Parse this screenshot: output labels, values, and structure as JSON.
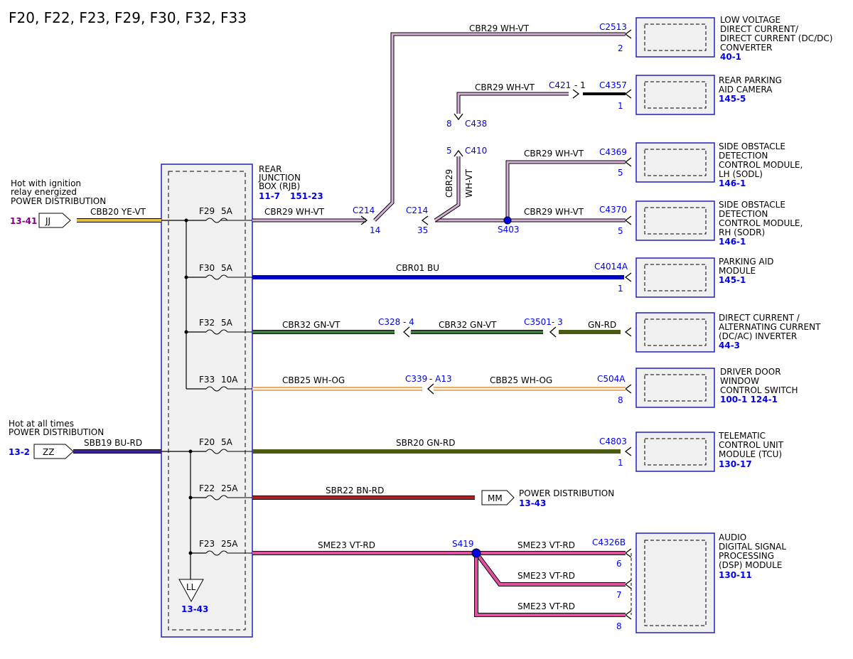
{
  "title": "F20, F22, F23, F29, F30, F32, F33",
  "rjb": {
    "label_lines": [
      "REAR",
      "JUNCTION",
      "BOX (RJB)"
    ],
    "ref1": "11-7",
    "ref2": "151-23"
  },
  "sources": {
    "ignition": {
      "lines": [
        "Hot with ignition",
        "relay energized",
        "POWER DISTRIBUTION"
      ],
      "ref": "13-41",
      "conn": "JJ",
      "wire": "CBB20  YE-VT"
    },
    "always": {
      "lines": [
        "Hot at all times",
        "POWER DISTRIBUTION"
      ],
      "ref": "13-2",
      "conn": "ZZ",
      "wire": "SBB19  BU-RD"
    }
  },
  "ground": {
    "symbol": "LL",
    "ref": "13-43"
  },
  "fuses": [
    {
      "id": "F29",
      "rating": "5A"
    },
    {
      "id": "F30",
      "rating": "5A"
    },
    {
      "id": "F32",
      "rating": "5A"
    },
    {
      "id": "F33",
      "rating": "10A"
    },
    {
      "id": "F20",
      "rating": "5A"
    },
    {
      "id": "F22",
      "rating": "25A"
    },
    {
      "id": "F23",
      "rating": "25A"
    }
  ],
  "wires": {
    "cbr29_main": "CBR29  WH-VT",
    "cbr29_top": "CBR29  WH-VT",
    "cbr29_cam": "CBR29  WH-VT",
    "cbr29_sodl": "CBR29  WH-VT",
    "cbr29_sodr": "CBR29  WH-VT",
    "cbr29_vert_code": "CBR29",
    "cbr29_vert_color": "WH-VT",
    "cbr01": "CBR01  BU",
    "cbr32_a": "CBR32  GN-VT",
    "cbr32_b": "CBR32  GN-VT",
    "gnrd": "GN-RD",
    "cbb25_a": "CBB25  WH-OG",
    "cbb25_b": "CBB25  WH-OG",
    "sbr20": "SBR20  GN-RD",
    "sbr22": "SBR22  BN-RD",
    "sme23_main": "SME23  VT-RD",
    "sme23_6": "SME23  VT-RD",
    "sme23_7": "SME23  VT-RD",
    "sme23_8": "SME23  VT-RD"
  },
  "connectors": {
    "c214a": "C214",
    "c214a_pin": "14",
    "c214b": "C214",
    "c214b_pin": "35",
    "s403": "S403",
    "c438": "C438",
    "c438_pin": "8",
    "c410": "C410",
    "c410_pin": "5",
    "c421": "C421",
    "c421_pin": "- 1",
    "c328": "C328",
    "c328_pin": "- 4",
    "c3501": "C3501",
    "c3501_pin": "- 3",
    "c339": "C339",
    "c339_pin": "- A13",
    "s419": "S419",
    "mm": "MM",
    "mm_label": "POWER DISTRIBUTION",
    "mm_ref": "13-43"
  },
  "modules": [
    {
      "conn": "C2513",
      "pin": "2",
      "lines": [
        "LOW VOLTAGE",
        "DIRECT CURRENT/",
        "DIRECT CURRENT (DC/DC)",
        "CONVERTER"
      ],
      "ref": "40-1"
    },
    {
      "conn": "C4357",
      "pin": "1",
      "lines": [
        "REAR PARKING",
        "AID CAMERA"
      ],
      "ref": "145-5"
    },
    {
      "conn": "C4369",
      "pin": "5",
      "lines": [
        "SIDE OBSTACLE",
        "DETECTION",
        "CONTROL MODULE,",
        "LH (SODL)"
      ],
      "ref": "146-1"
    },
    {
      "conn": "C4370",
      "pin": "5",
      "lines": [
        "SIDE OBSTACLE",
        "DETECTION",
        "CONTROL MODULE,",
        "RH (SODR)"
      ],
      "ref": "146-1"
    },
    {
      "conn": "C4014A",
      "pin": "1",
      "lines": [
        "PARKING AID",
        "MODULE"
      ],
      "ref": "145-1"
    },
    {
      "conn": "",
      "pin": "",
      "lines": [
        "DIRECT CURRENT /",
        "ALTERNATING CURRENT",
        "(DC/AC) INVERTER"
      ],
      "ref": "44-3"
    },
    {
      "conn": "C504A",
      "pin": "8",
      "lines": [
        "DRIVER DOOR",
        "WINDOW",
        "CONTROL SWITCH"
      ],
      "ref": "100-1 124-1"
    },
    {
      "conn": "C4803",
      "pin": "1",
      "lines": [
        "TELEMATIC",
        "CONTROL UNIT",
        "MODULE (TCU)"
      ],
      "ref": "130-17"
    },
    {
      "conn": "C4326B",
      "pins": [
        "6",
        "7",
        "8"
      ],
      "lines": [
        "AUDIO",
        "DIGITAL SIGNAL",
        "PROCESSING",
        "(DSP) MODULE"
      ],
      "ref": "130-11"
    }
  ],
  "colors": {
    "wh_vt": "#c8a0c8",
    "bu": "#0000cc",
    "gn_vt": "#3a7a3a",
    "gn_rd": "#4a5a10",
    "wh_og": "#e8b070",
    "ye_vt": "#e0c040",
    "bu_rd": "#4020a0",
    "bn_rd": "#b02020",
    "vt_rd": "#e050a0"
  }
}
